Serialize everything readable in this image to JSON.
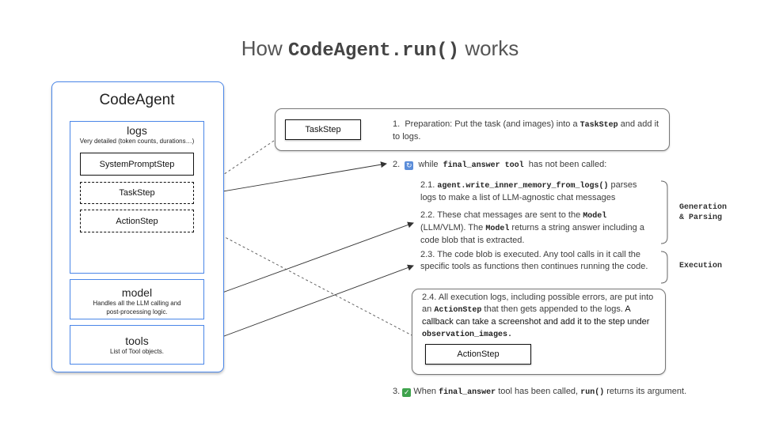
{
  "title": {
    "prefix": "How",
    "code": "CodeAgent.run()",
    "suffix": "works"
  },
  "agent": {
    "title": "CodeAgent",
    "logs": {
      "title": "logs",
      "desc": "Very detailed (token counts, durations…)",
      "steps": [
        "SystemPromptStep",
        "TaskStep",
        "ActionStep"
      ]
    },
    "model": {
      "title": "model",
      "desc_line1": "Handles all the LLM calling and",
      "desc_line2": "post-processing logic."
    },
    "tools": {
      "title": "tools",
      "desc": "List of Tool objects."
    }
  },
  "right": {
    "task_step": "TaskStep",
    "prep": {
      "num": "1.",
      "t1": "Preparation: Put the task (and images) into a",
      "code1": "TaskStep",
      "t2": "and add it to logs."
    },
    "loop": {
      "num": "2.",
      "icon": "🔄",
      "t1": "while",
      "code1": "final_answer tool",
      "t2": "has not been called:"
    },
    "s21": {
      "num": "2.1.",
      "code1": "agent.write_inner_memory_from_logs()",
      "t1": "parses logs to make a list of LLM-agnostic chat messages"
    },
    "s22": {
      "num": "2.2.",
      "t1": "These chat messages are sent to the",
      "code1": "Model",
      "t2": "(LLM/VLM). The",
      "code2": "Model",
      "t3": "returns a string answer including a code blob that is extracted."
    },
    "s23": {
      "num": "2.3.",
      "t1": "The code blob is executed. Any tool calls in it call the specific tools as functions then continues running the code."
    },
    "s24": {
      "num": "2.4.",
      "t1": "All execution logs, including possible errors, are put into an",
      "code1": "ActionStep",
      "t2": "that then gets appended to the logs.",
      "t3": "A callback can  take a screenshot and add it to the step under",
      "code2": "observation_images."
    },
    "action_step": "ActionStep",
    "final": {
      "num": "3.",
      "icon": "✅",
      "t1": "When",
      "code1": "final_answer",
      "t2": "tool has been called,",
      "code2": "run()",
      "t3": "returns its argument."
    },
    "gen_label_l1": "Generation",
    "gen_label_l2": "& Parsing",
    "exec_label": "Execution"
  },
  "colors": {
    "accent": "#4a86e8",
    "loop_icon": "#5b8dd9",
    "check_icon": "#3fa34d"
  }
}
